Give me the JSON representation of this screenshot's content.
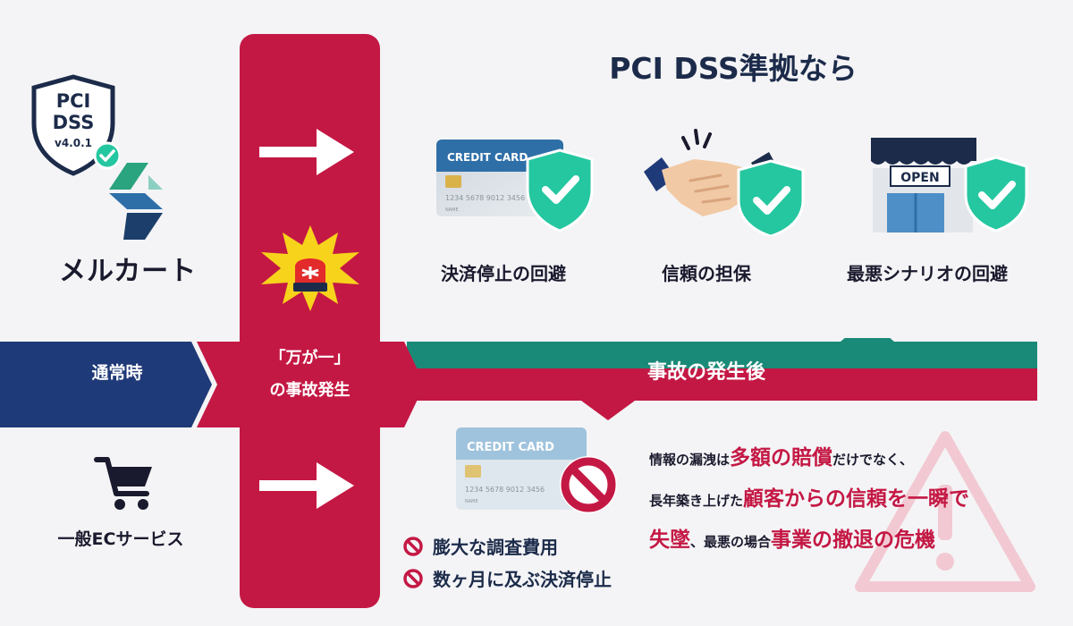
{
  "pci_badge": {
    "line1": "PCI",
    "line2": "DSS",
    "version": "v4.0.1"
  },
  "brand": {
    "name": "メルカート"
  },
  "timeline": {
    "normal": "通常時",
    "incident_line1": "「万が一」",
    "incident_line2": "の事故発生",
    "after": "事故の発生後"
  },
  "top": {
    "title": "PCI DSS準拠なら",
    "card_text": "CREDIT CARD",
    "card_number": "1234 5678 9012 3456",
    "card_name": "NAME",
    "store_sign": "OPEN",
    "benefits": [
      {
        "label": "決済停止の回避",
        "icon": "credit-card-shield-icon"
      },
      {
        "label": "信頼の担保",
        "icon": "handshake-shield-icon"
      },
      {
        "label": "最悪シナリオの回避",
        "icon": "store-shield-icon"
      }
    ]
  },
  "bottom": {
    "ec_label": "一般ECサービス",
    "card_text": "CREDIT CARD",
    "card_number": "1234 5678 9012 3456",
    "card_name": "NAME",
    "risks": [
      "膨大な調査費用",
      "数ヶ月に及ぶ決済停止"
    ],
    "description": {
      "p1": "情報の漏洩は",
      "h1": "多額の賠償",
      "p2": "だけでなく、",
      "p3": "長年築き上げた",
      "h2": "顧客からの信頼を一瞬で",
      "h3": "失墜",
      "p4": "、最悪の場合",
      "h4": "事業の撤退の危機"
    }
  },
  "colors": {
    "navy": "#1c2b4a",
    "red": "#c41844",
    "teal": "#1a8a78",
    "check_green": "#25c7a0"
  }
}
